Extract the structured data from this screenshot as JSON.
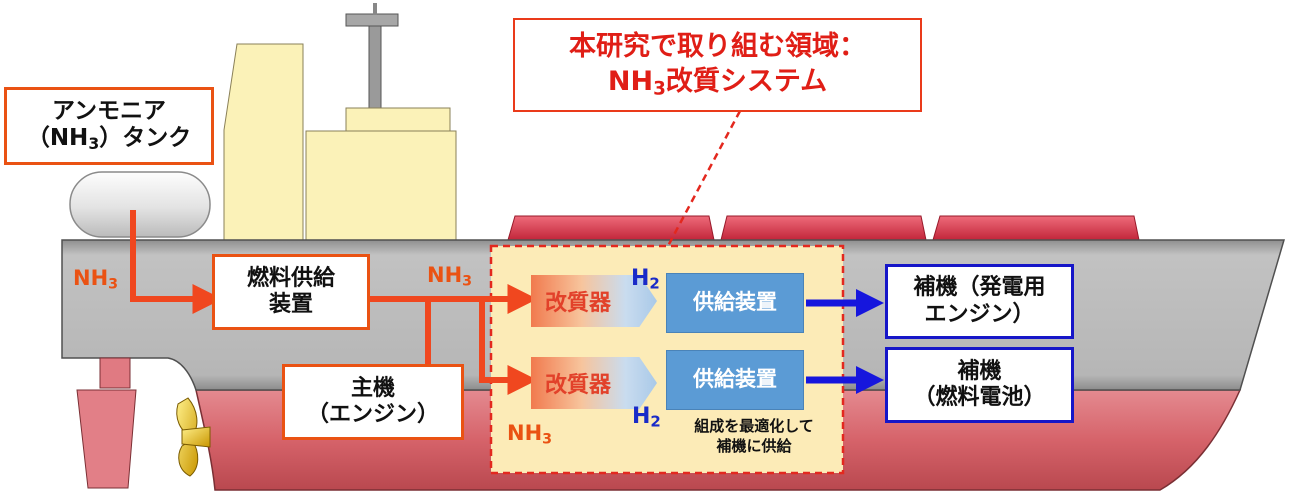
{
  "title": {
    "line1": "本研究で取り組む領域：",
    "line2_prefix": "NH",
    "line2_sub": "3",
    "line2_suffix": "改質システム"
  },
  "tank": {
    "line1": "アンモニア",
    "line2_open": "（NH",
    "line2_sub": "3",
    "line2_close": "）タンク"
  },
  "fuel_supply": {
    "line1": "燃料供給",
    "line2": "装置"
  },
  "main_engine": {
    "line1": "主機",
    "line2": "（エンジン）"
  },
  "reformer_label": "改質器",
  "supply_label": "供給装置",
  "aux_generator": {
    "line1": "補機（発電用",
    "line2": "エンジン）"
  },
  "aux_fuel_cell": {
    "line1": "補機",
    "line2": "（燃料電池）"
  },
  "note": {
    "line1": "組成を最適化して",
    "line2": "補機に供給"
  },
  "nh3": {
    "base": "NH",
    "sub": "3"
  },
  "h2": {
    "base": "H",
    "sub": "2"
  },
  "colors": {
    "hull_upper": "#b5b5b5",
    "hull_lower": "#d9676d",
    "superstructure": "#fbf2b8",
    "ammonia_line": "#f0471f",
    "hydrogen_line": "#1616dd",
    "research_area": "#fcebb7",
    "research_border": "#e3281e"
  }
}
